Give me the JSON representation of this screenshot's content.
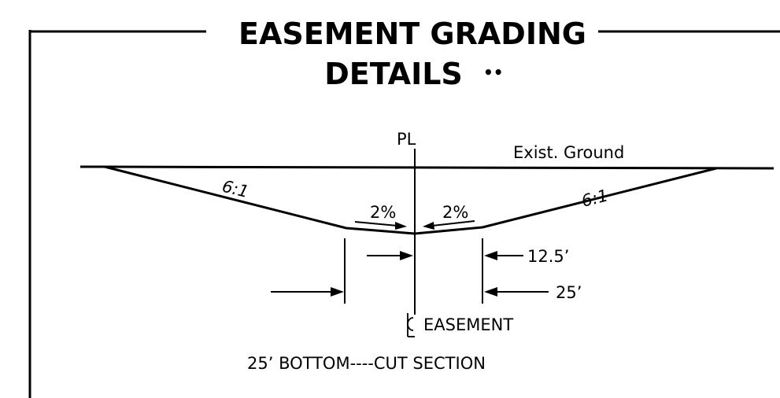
{
  "title": {
    "line1": "EASEMENT GRADING",
    "line2": "DETAILS",
    "mark": "••"
  },
  "labels": {
    "property_line": "PL",
    "ground": "Exist. Ground",
    "slope_left": "6:1",
    "slope_right": "6:1",
    "grade_left": "2%",
    "grade_right": "2%",
    "dim_half": "12.5’",
    "dim_full": "25’",
    "centerline": "EASEMENT",
    "caption": "25’ BOTTOM----CUT SECTION"
  },
  "colors": {
    "ink": "#000000",
    "paper": "#ffffff"
  }
}
